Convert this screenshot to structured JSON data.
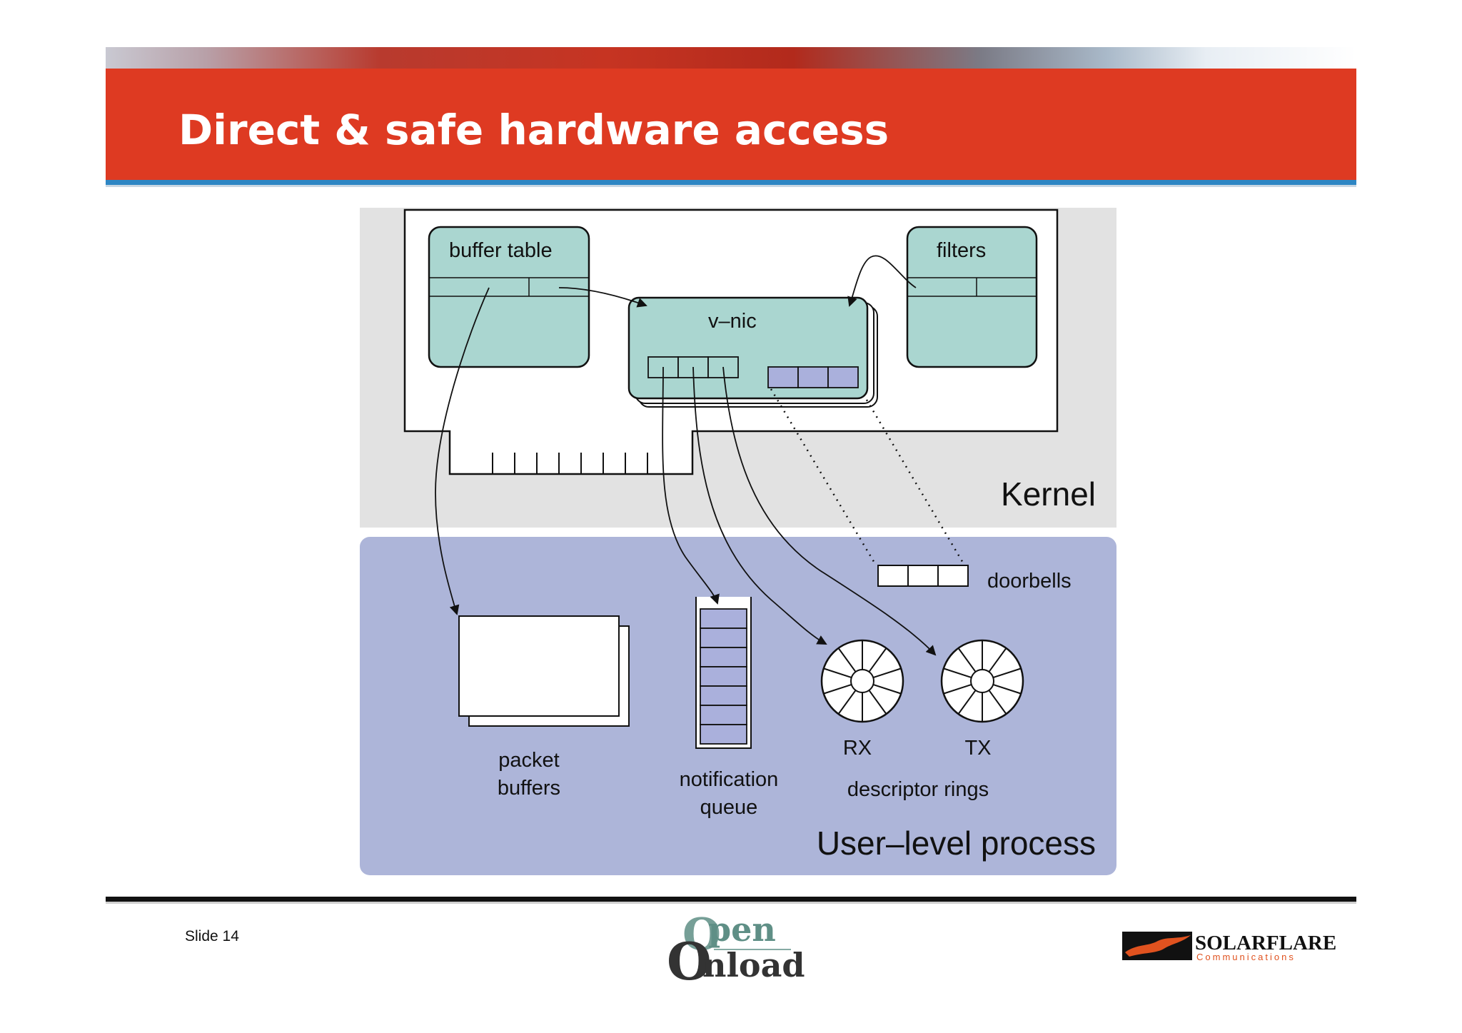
{
  "slide": {
    "title": "Direct & safe hardware access",
    "number_label": "Slide 14"
  },
  "diagram": {
    "regions": {
      "kernel_label": "Kernel",
      "user_label": "User–level process"
    },
    "nodes": {
      "buffer_table": "buffer table",
      "vnic": "v–nic",
      "filters": "filters",
      "doorbells": "doorbells",
      "packet_buffers_line1": "packet",
      "packet_buffers_line2": "buffers",
      "notification_queue_line1": "notification",
      "notification_queue_line2": "queue",
      "rx": "RX",
      "tx": "TX",
      "descriptor_rings": "descriptor rings"
    }
  },
  "footer": {
    "logo_open_top": "pen",
    "logo_open_bottom": "nload",
    "logo_open_letter": "O",
    "logo_solar_name": "SOLARFLARE",
    "logo_solar_sub": "Communications"
  },
  "colors": {
    "title_bar": "#de3a22",
    "node_fill": "#aad6d0",
    "kernel_bg": "#e2e2e2",
    "user_bg": "#adb5d9",
    "queue_cell": "#aab0dc"
  }
}
